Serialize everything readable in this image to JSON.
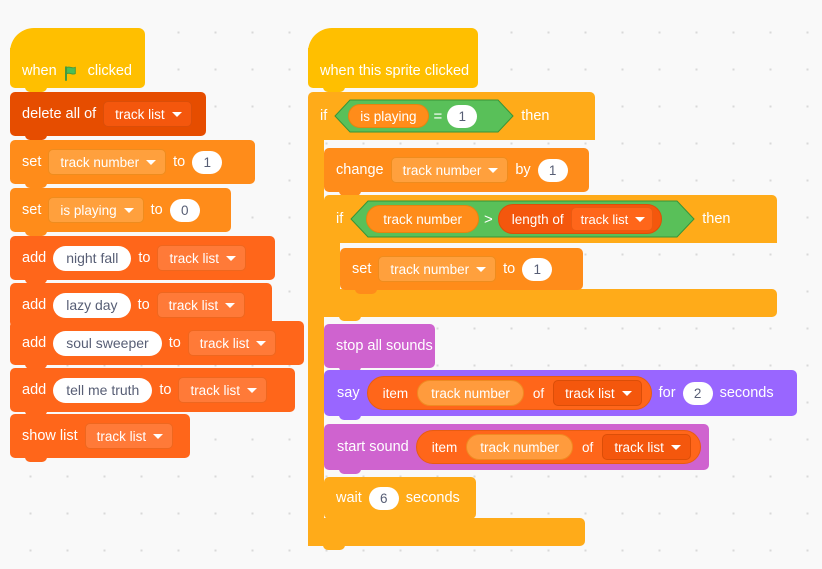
{
  "app": {
    "title": "Scratch block script editor canvas",
    "background": "#f9f9f9"
  },
  "palette": {
    "events": "#FFBF00",
    "control": "#FFAB19",
    "variables": "#FF8C1A",
    "lists": "#FF661A",
    "operators": "#59C059",
    "looks": "#9966FF",
    "sound": "#CF63CF"
  },
  "variables": {
    "track_number": "track number",
    "is_playing": "is playing",
    "track_list": "track list"
  },
  "scripts": [
    {
      "id": "green-flag-script",
      "hat": {
        "text_before": "when",
        "icon": "green-flag-icon",
        "text_after": "clicked"
      },
      "blocks": [
        {
          "id": "delete-all-of-track-list",
          "category": "lists",
          "label": "delete all of",
          "dropdown": "track list"
        },
        {
          "id": "set-track-number-to-1",
          "category": "variables",
          "label": "set",
          "dropdown": "track number",
          "mid": "to",
          "value": "1"
        },
        {
          "id": "set-is-playing-to-0",
          "category": "variables",
          "label": "set",
          "dropdown": "is playing",
          "mid": "to",
          "value": "0"
        },
        {
          "id": "add-night-fall-to-track-list",
          "category": "lists",
          "label": "add",
          "text_value": "night fall",
          "mid": "to",
          "dropdown": "track list"
        },
        {
          "id": "add-lazy-day-to-track-list",
          "category": "lists",
          "label": "add",
          "text_value": "lazy day",
          "mid": "to",
          "dropdown": "track list"
        },
        {
          "id": "add-soul-sweeper-to-track-list",
          "category": "lists",
          "label": "add",
          "text_value": "soul sweeper",
          "mid": "to",
          "dropdown": "track list"
        },
        {
          "id": "add-tell-me-truth-to-track-list",
          "category": "lists",
          "label": "add",
          "text_value": "tell me truth",
          "mid": "to",
          "dropdown": "track list"
        },
        {
          "id": "show-list-track-list",
          "category": "lists",
          "label": "show list",
          "dropdown": "track list"
        }
      ]
    },
    {
      "id": "sprite-clicked-script",
      "hat": {
        "text": "when this sprite clicked"
      },
      "blocks": [
        {
          "id": "if-is-playing-equals-1",
          "category": "control",
          "label": "if",
          "end_label": "then",
          "condition": {
            "type": "equals",
            "left_reporter": "is playing",
            "operator": "=",
            "right_value": "1"
          }
        },
        {
          "id": "change-track-number-by-1",
          "category": "variables",
          "label": "change",
          "dropdown": "track number",
          "mid": "by",
          "value": "1"
        },
        {
          "id": "if-track-number-greater-than-length",
          "category": "control",
          "label": "if",
          "end_label": "then",
          "condition": {
            "type": "greater-than",
            "left_reporter": "track number",
            "operator": ">",
            "right_block_label": "length of",
            "right_block_dropdown": "track list"
          }
        },
        {
          "id": "set-track-number-to-1-inner",
          "category": "variables",
          "label": "set",
          "dropdown": "track number",
          "mid": "to",
          "value": "1"
        },
        {
          "id": "stop-all-sounds",
          "category": "sound",
          "label": "stop all sounds"
        },
        {
          "id": "say-item-of-track-list-for-2-seconds",
          "category": "looks",
          "label": "say",
          "item_label": "item",
          "item_reporter": "track number",
          "item_of": "of",
          "item_dropdown": "track list",
          "mid": "for",
          "value": "2",
          "unit": "seconds"
        },
        {
          "id": "start-sound-item-of-track-list",
          "category": "sound",
          "label": "start sound",
          "item_label": "item",
          "item_reporter": "track number",
          "item_of": "of",
          "item_dropdown": "track list"
        },
        {
          "id": "wait-6-seconds",
          "category": "control",
          "label": "wait",
          "value": "6",
          "unit": "seconds"
        }
      ]
    }
  ]
}
